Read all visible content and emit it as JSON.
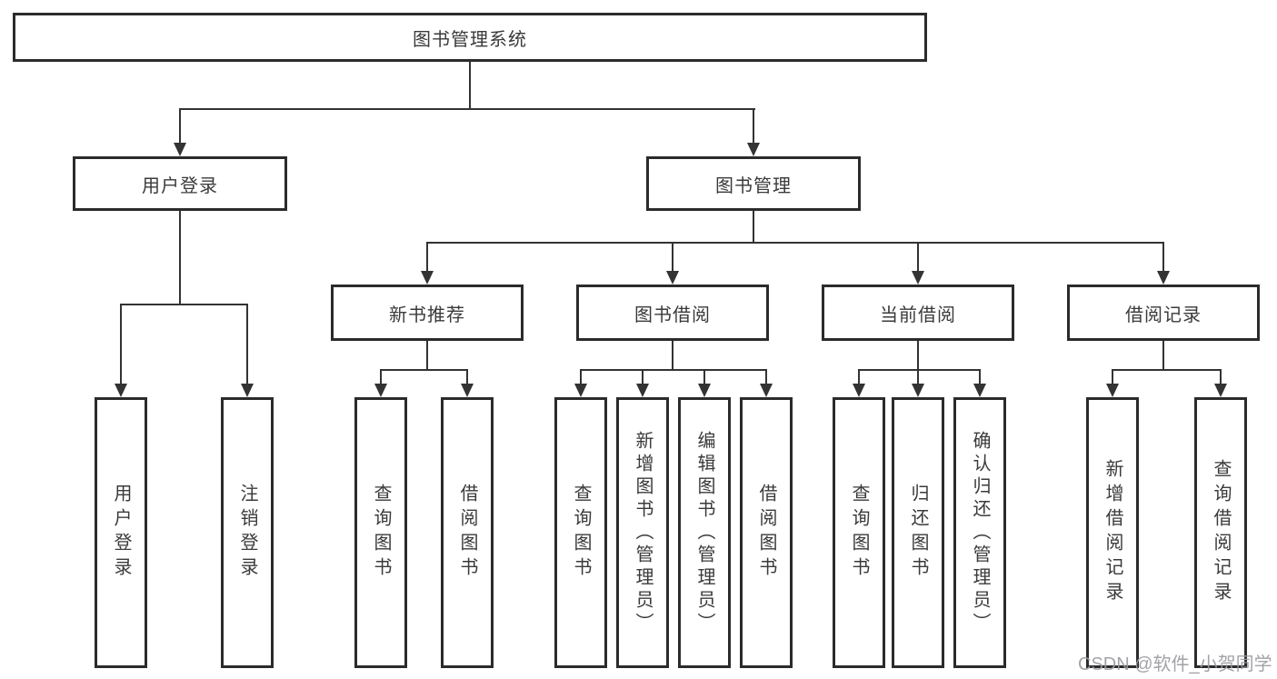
{
  "diagram": {
    "title": "图书管理系统",
    "root": {
      "label": "图书管理系统"
    },
    "level2": [
      {
        "id": "user-login",
        "label": "用户登录"
      },
      {
        "id": "book-management",
        "label": "图书管理"
      }
    ],
    "level3": [
      {
        "id": "new-book-recommend",
        "label": "新书推荐"
      },
      {
        "id": "book-borrow",
        "label": "图书借阅"
      },
      {
        "id": "current-borrow",
        "label": "当前借阅"
      },
      {
        "id": "borrow-records",
        "label": "借阅记录"
      }
    ],
    "leaves": {
      "login": [
        {
          "label": "用户登录"
        },
        {
          "label": "注销登录"
        }
      ],
      "recommend": [
        {
          "label": "查询图书"
        },
        {
          "label": "借阅图书"
        }
      ],
      "borrow": [
        {
          "label": "查询图书"
        },
        {
          "label": "新增图书（管理员）"
        },
        {
          "label": "编辑图书（管理员）"
        },
        {
          "label": "借阅图书"
        }
      ],
      "current": [
        {
          "label": "查询图书"
        },
        {
          "label": "归还图书"
        },
        {
          "label": "确认归还（管理员）"
        }
      ],
      "records": [
        {
          "label": "新增借阅记录"
        },
        {
          "label": "查询借阅记录"
        }
      ]
    }
  },
  "watermark": {
    "text": "CSDN @软件_小贺同学"
  },
  "colors": {
    "line": "#333333",
    "box_border": "#2b2b2b",
    "text": "#3a3a3a",
    "watermark": "#9b9ba1",
    "background": "#ffffff"
  }
}
